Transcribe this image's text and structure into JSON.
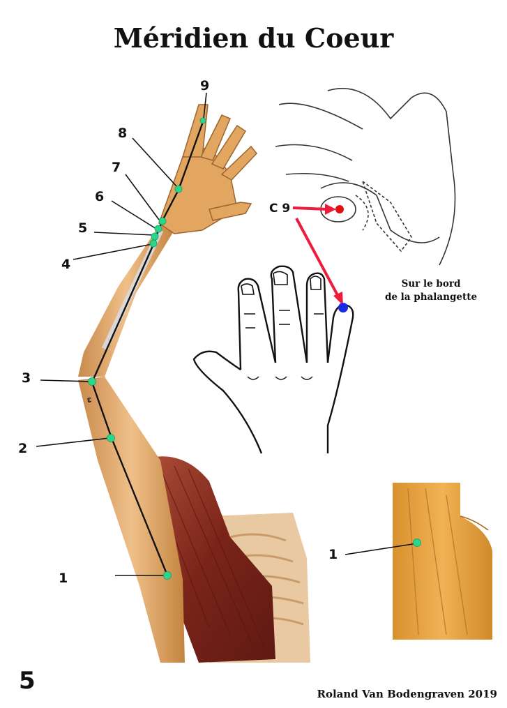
{
  "title": "Méridien du Coeur",
  "point_labels": [
    "1",
    "2",
    "3",
    "4",
    "5",
    "6",
    "7",
    "8",
    "9"
  ],
  "inset_point_label": "1",
  "c9_label": "C 9",
  "caption_line1": "Sur le bord",
  "caption_line2": "de la phalangette",
  "page_number": "5",
  "author": "Roland Van Bodengraven  2019",
  "colors": {
    "point": "#2bd68a",
    "arrow": "#ee1c3b",
    "point_red": "#e01010",
    "point_blue": "#1a2be0",
    "skin": "#e7b27a",
    "muscle": "#8c2f22"
  }
}
